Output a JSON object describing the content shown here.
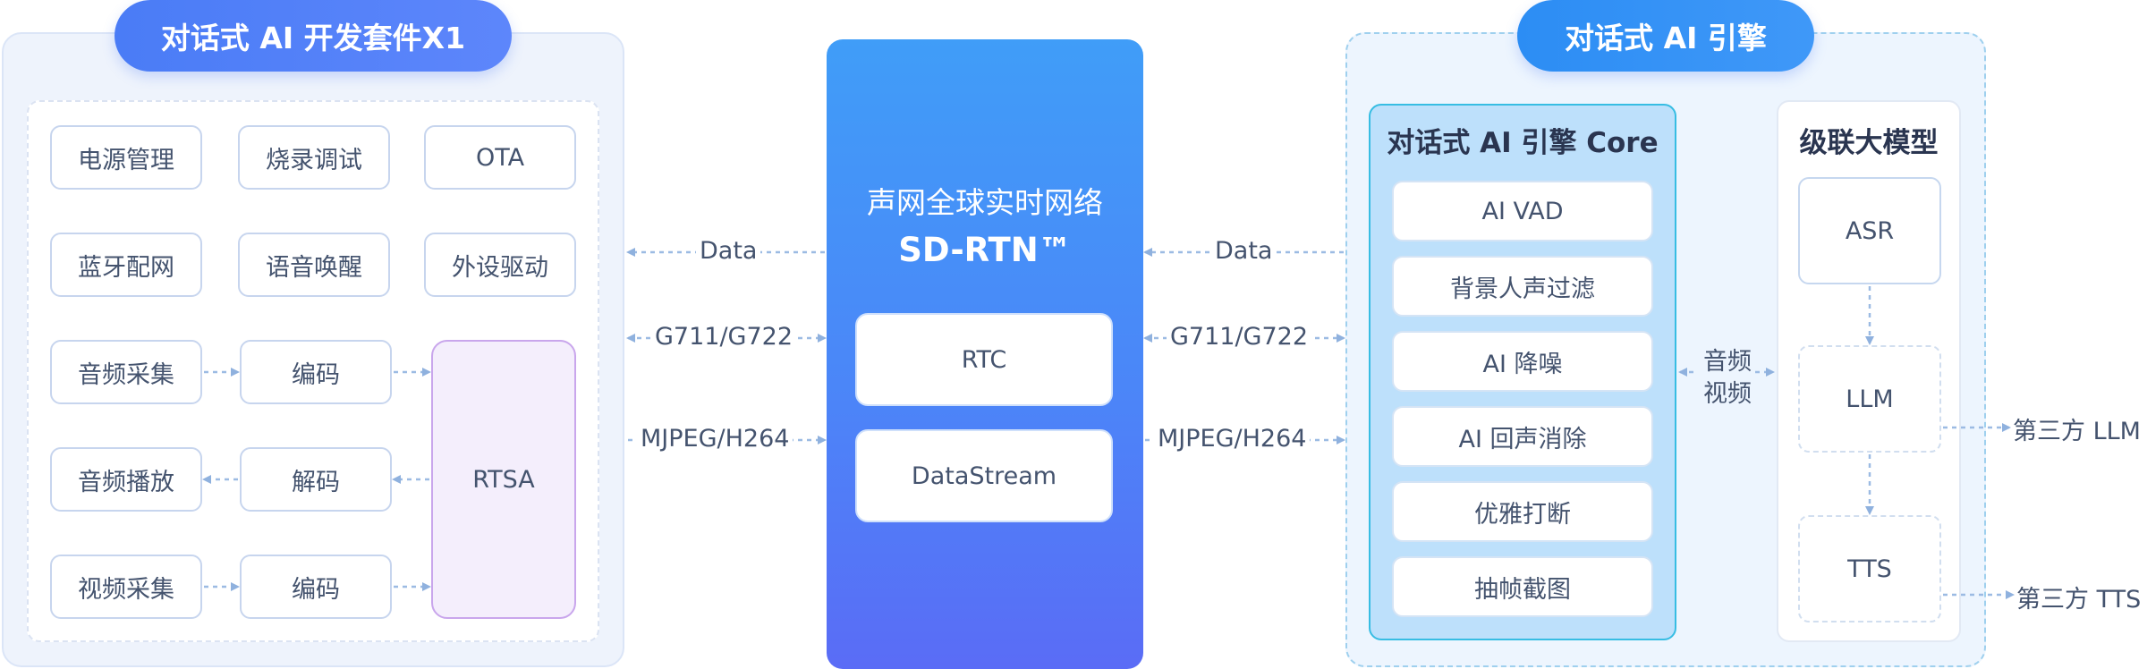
{
  "left": {
    "title": "对话式 AI 开发套件X1",
    "row1": [
      "电源管理",
      "烧录调试",
      "OTA"
    ],
    "row2": [
      "蓝牙配网",
      "语音唤醒",
      "外设驱动"
    ],
    "audio_capture": "音频采集",
    "encode_1": "编码",
    "audio_playback": "音频播放",
    "decode": "解码",
    "video_capture": "视频采集",
    "encode_2": "编码",
    "rtsa": "RTSA"
  },
  "center": {
    "title_line1": "声网全球实时网络",
    "title_line2": "SD-RTN™",
    "rtc": "RTC",
    "datastream": "DataStream"
  },
  "links": {
    "data": "Data",
    "audio_codec": "G711/G722",
    "video_codec": "MJPEG/H264"
  },
  "right": {
    "title": "对话式 AI 引擎",
    "core": {
      "title": "对话式 AI 引擎 Core",
      "items": [
        "AI VAD",
        "背景人声过滤",
        "AI 降噪",
        "AI 回声消除",
        "优雅打断",
        "抽帧截图"
      ]
    },
    "av_label_1": "音频",
    "av_label_2": "视频",
    "cascade": {
      "title": "级联大模型",
      "asr": "ASR",
      "llm": "LLM",
      "tts": "TTS"
    },
    "third_party_llm": "第三方 LLM",
    "third_party_tts": "第三方 TTS"
  }
}
